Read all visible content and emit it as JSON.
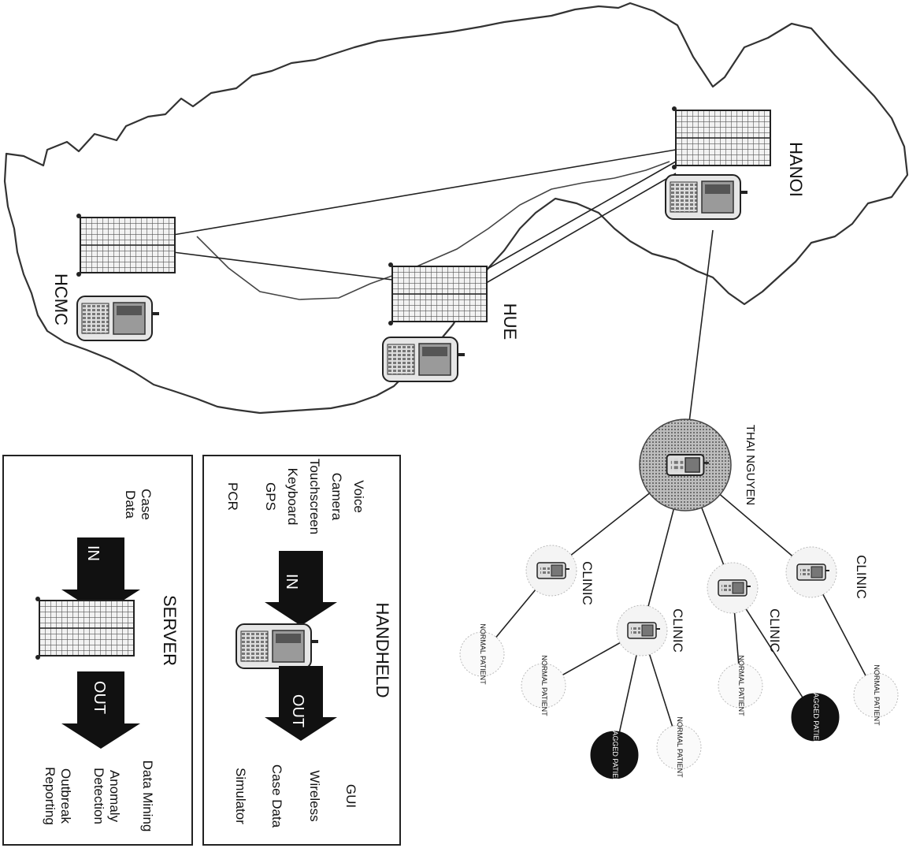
{
  "map": {
    "cities": {
      "hanoi": "HANOI",
      "hue": "HUE",
      "hcmc": "HCMC",
      "thai_nguyen": "THAI NGUYEN"
    },
    "clinic_label": "CLINIC",
    "patient_normal": "NORMAL PATIENT",
    "patient_flagged": "FLAGGED PATIENT"
  },
  "handheld_box": {
    "title": "HANDHELD",
    "in_label": "IN",
    "out_label": "OUT",
    "inputs": [
      "Voice",
      "Camera",
      "Touchscreen",
      "Keyboard",
      "GPS",
      "PCR"
    ],
    "outputs": [
      "GUI",
      "Wireless",
      "Case Data",
      "Simulator"
    ]
  },
  "server_box": {
    "title": "SERVER",
    "in_label": "IN",
    "out_label": "OUT",
    "inputs": [
      "Case",
      "Data"
    ],
    "outputs": [
      "Data Mining",
      "Anomaly",
      "Detection",
      "Outbreak",
      "Reporting"
    ]
  }
}
